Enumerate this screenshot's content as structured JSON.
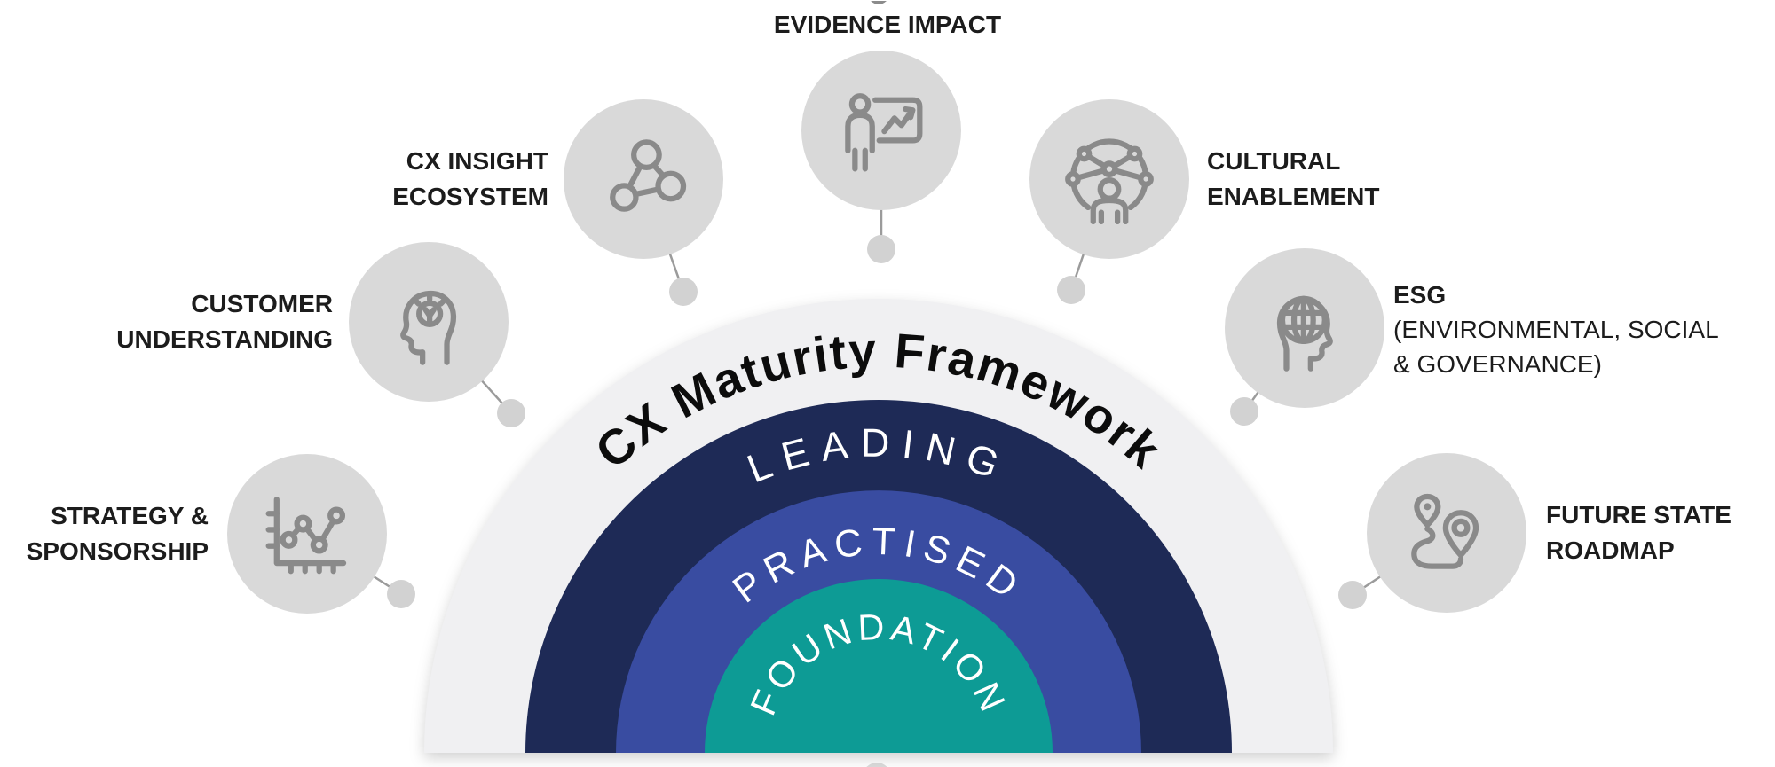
{
  "title": "CX Maturity Framework",
  "rings": {
    "leading": {
      "label": "LEADING"
    },
    "practised": {
      "label": "PRACTISED"
    },
    "foundation": {
      "label": "FOUNDATION"
    }
  },
  "nodes": {
    "strategy": {
      "line1": "STRATEGY &",
      "line2": "SPONSORSHIP",
      "icon": "line-chart-icon"
    },
    "customer": {
      "line1": "CUSTOMER",
      "line2": "UNDERSTANDING",
      "icon": "head-lightbulb-icon"
    },
    "cx_insight": {
      "line1": "CX INSIGHT",
      "line2": "ECOSYSTEM",
      "icon": "network-nodes-icon"
    },
    "evidence": {
      "line1": "EVIDENCE IMPACT",
      "icon": "presentation-chart-icon"
    },
    "cultural": {
      "line1": "CULTURAL",
      "line2": "ENABLEMENT",
      "icon": "person-network-icon"
    },
    "esg": {
      "line1": "ESG",
      "line2": "(ENVIRONMENTAL, SOCIAL",
      "line3": "& GOVERNANCE)",
      "icon": "globe-head-icon"
    },
    "future": {
      "line1": "FUTURE STATE",
      "line2": "ROADMAP",
      "icon": "route-pins-icon"
    }
  },
  "colors": {
    "outer_disc": "#F0F0F2",
    "ring_leading": "#1E2A56",
    "ring_practised": "#394CA1",
    "ring_foundation": "#0D9B95",
    "icon_disc": "#D9D9D9",
    "icon_stroke": "#8A8A8A",
    "connector_dot": "#D2D2D2",
    "label_text": "#1C1C1C",
    "ring_text": "#FFFFFF"
  }
}
